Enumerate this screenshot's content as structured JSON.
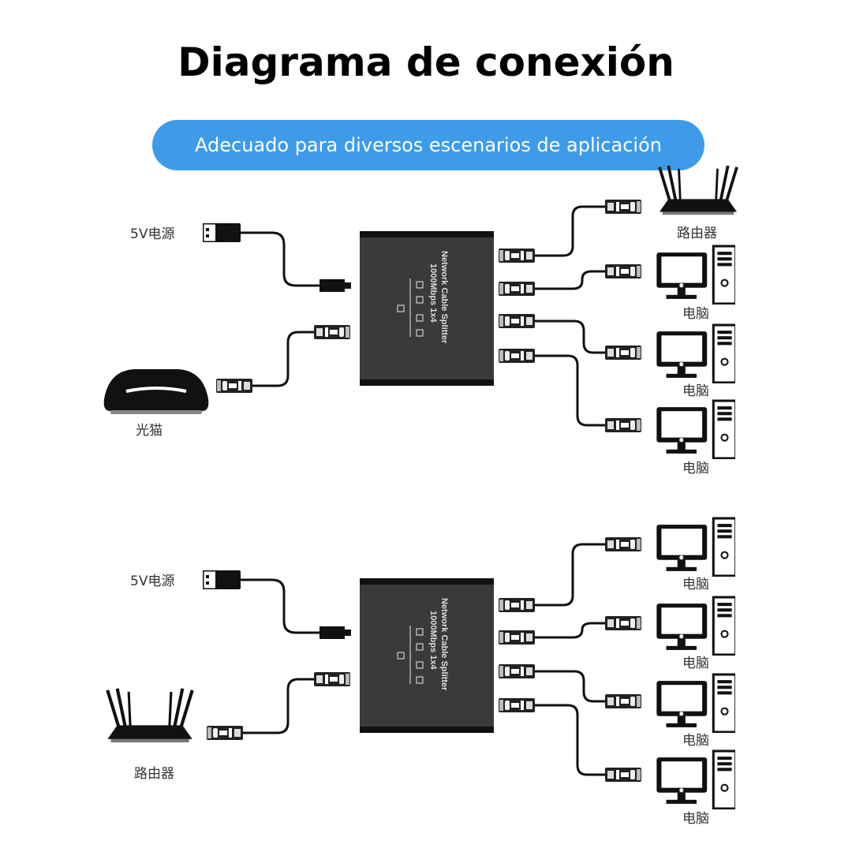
{
  "title": "Diagrama de conexión",
  "subtitle": "Adecuado para diversos escenarios de aplicación",
  "accent_color": "#3e9bea",
  "splitter": {
    "line1": "Network Cable Splitter",
    "line2": "1000Mbps 1x4"
  },
  "diagram1": {
    "power_label": "5V电源",
    "source_label": "光猫",
    "outputs": [
      "路由器",
      "电脑",
      "电脑",
      "电脑"
    ]
  },
  "diagram2": {
    "power_label": "5V电源",
    "source_label": "路由器",
    "outputs": [
      "电脑",
      "电脑",
      "电脑",
      "电脑"
    ]
  }
}
